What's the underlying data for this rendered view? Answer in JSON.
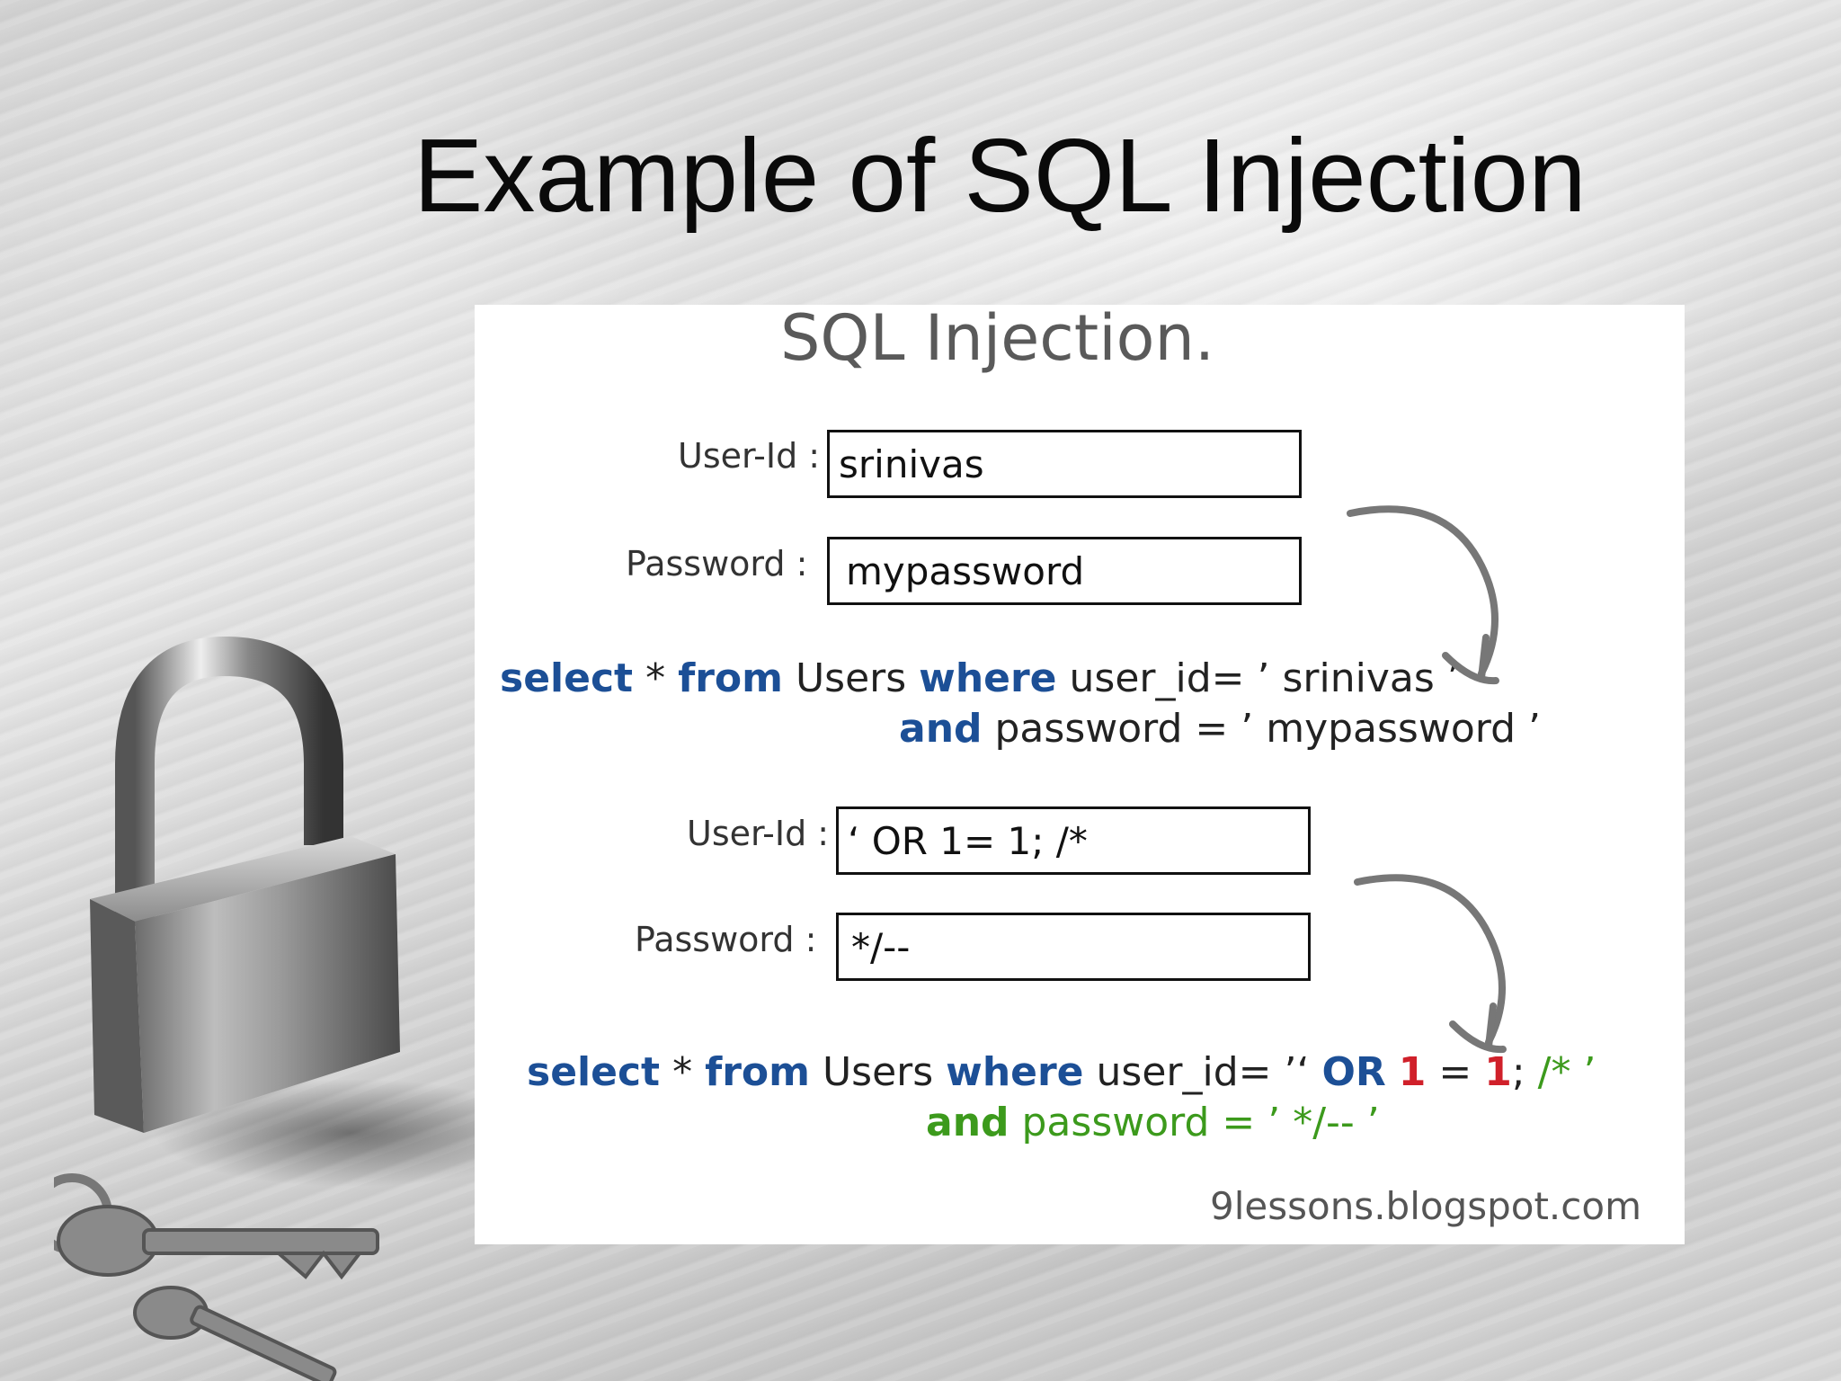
{
  "slide": {
    "title": "Example of SQL Injection"
  },
  "panel": {
    "heading": "SQL Injection.",
    "example1": {
      "userid_label": "User-Id :",
      "userid_value": "srinivas",
      "password_label": "Password :",
      "password_value": "mypassword",
      "query_line1": {
        "select": "select",
        "star": " * ",
        "from": "from",
        "users": " Users ",
        "where": "where",
        "rest": " user_id= ’ srinivas ’"
      },
      "query_line2": {
        "and": "and",
        "rest": " password = ’ mypassword ’"
      }
    },
    "example2": {
      "userid_label": "User-Id :",
      "userid_value": "‘ OR 1= 1; /*",
      "password_label": "Password :",
      "password_value": "*/--",
      "query_line1": {
        "select": "select",
        "star": " * ",
        "from": "from",
        "users": " Users ",
        "where": "where",
        "mid": " user_id= ’‘ ",
        "or": "OR",
        "sp1": " ",
        "one_a": "1",
        "eq": " = ",
        "one_b": "1",
        "semi": "; ",
        "comment": "/* ’"
      },
      "query_line2": {
        "and": "and",
        "rest": " password = ’ */-- ’"
      }
    },
    "credit": "9lessons.blogspot.com"
  },
  "icons": {
    "padlock": "padlock-icon",
    "arrow1": "curved-arrow-icon",
    "arrow2": "curved-arrow-icon"
  }
}
